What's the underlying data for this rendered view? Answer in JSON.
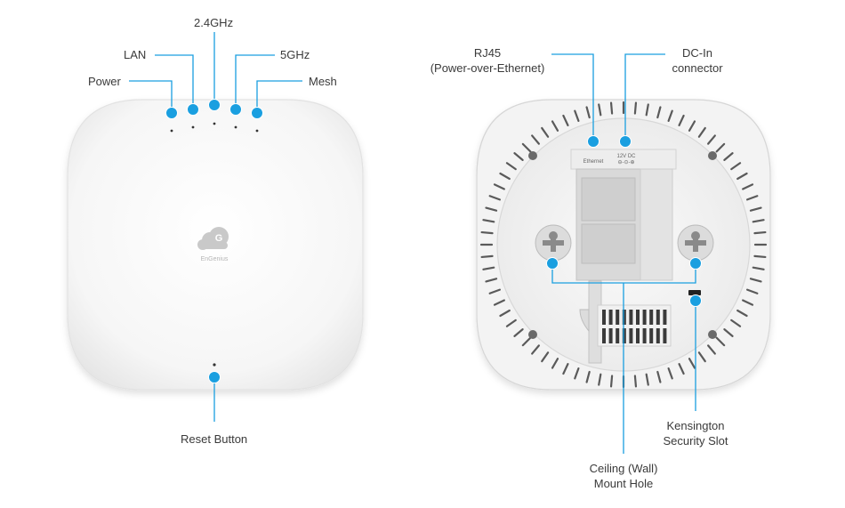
{
  "front": {
    "labels": {
      "power": "Power",
      "lan": "LAN",
      "ghz24": "2.4GHz",
      "ghz5": "5GHz",
      "mesh": "Mesh",
      "reset": "Reset Button"
    },
    "logo_text": "EnGenius"
  },
  "back": {
    "labels": {
      "rj45_line1": "RJ45",
      "rj45_line2": "(Power-over-Ethernet)",
      "dcin_line1": "DC-In",
      "dcin_line2": "connector",
      "kensington_line1": "Kensington",
      "kensington_line2": "Security Slot",
      "mount_line1": "Ceiling (Wall)",
      "mount_line2": "Mount Hole"
    },
    "port_labels": {
      "ethernet": "Ethernet",
      "dc": "12V DC"
    }
  },
  "colors": {
    "callout": "#1a9fe0",
    "device_white": "#f7f7f7",
    "label_text": "#3a3a3a"
  }
}
